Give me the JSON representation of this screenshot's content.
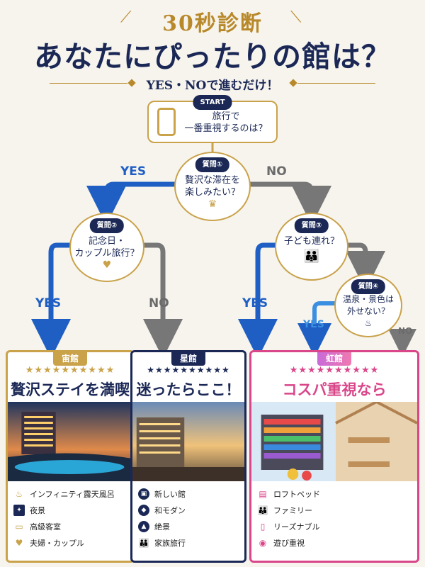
{
  "header": {
    "title_small": "30秒診断",
    "title_main": "あなたにぴったりの館は？",
    "subtitle": "YES・NOで進むだけ！"
  },
  "flow": {
    "start": {
      "label": "START",
      "text_1": "旅行で",
      "text_2": "一番重視するのは？"
    },
    "q1": {
      "label": "質問①",
      "text_1": "贅沢な滞在を",
      "text_2": "楽しみたい？"
    },
    "q2": {
      "label": "質問②",
      "text_1": "記念日・",
      "text_2": "カップル旅行？"
    },
    "q3": {
      "label": "質問③",
      "text_1": "子ども連れ？"
    },
    "q4": {
      "label": "質問④",
      "text_1": "温泉・景色は",
      "text_2": "外せない？"
    },
    "yes": "YES",
    "no": "NO"
  },
  "cards": [
    {
      "tag": "宙館",
      "headline": "贅沢ステイを満喫",
      "stars": "★★★★★★★★★★",
      "accent": "#c9a24a",
      "features": [
        {
          "icon": "onsen-icon",
          "label": "インフィニティ露天風呂"
        },
        {
          "icon": "night-view-icon",
          "label": "夜景"
        },
        {
          "icon": "bed-icon",
          "label": "高級客室"
        },
        {
          "icon": "heart-icon",
          "label": "夫婦・カップル"
        }
      ]
    },
    {
      "tag": "星館",
      "headline": "迷ったらここ！",
      "stars": "★★★★★★★★★★",
      "accent": "#1b2856",
      "features": [
        {
          "icon": "building-icon",
          "label": "新しい館"
        },
        {
          "icon": "modern-icon",
          "label": "和モダン"
        },
        {
          "icon": "mountain-icon",
          "label": "絶景"
        },
        {
          "icon": "family-icon",
          "label": "家族旅行"
        }
      ]
    },
    {
      "tag": "虹館",
      "headline": "コスパ重視なら",
      "stars": "★★★★★★★★★★",
      "accent": "#d9468a",
      "features": [
        {
          "icon": "loft-bed-icon",
          "label": "ロフトベッド"
        },
        {
          "icon": "family-icon",
          "label": "ファミリー"
        },
        {
          "icon": "wallet-icon",
          "label": "リーズナブル"
        },
        {
          "icon": "game-icon",
          "label": "遊び重視"
        }
      ]
    }
  ]
}
